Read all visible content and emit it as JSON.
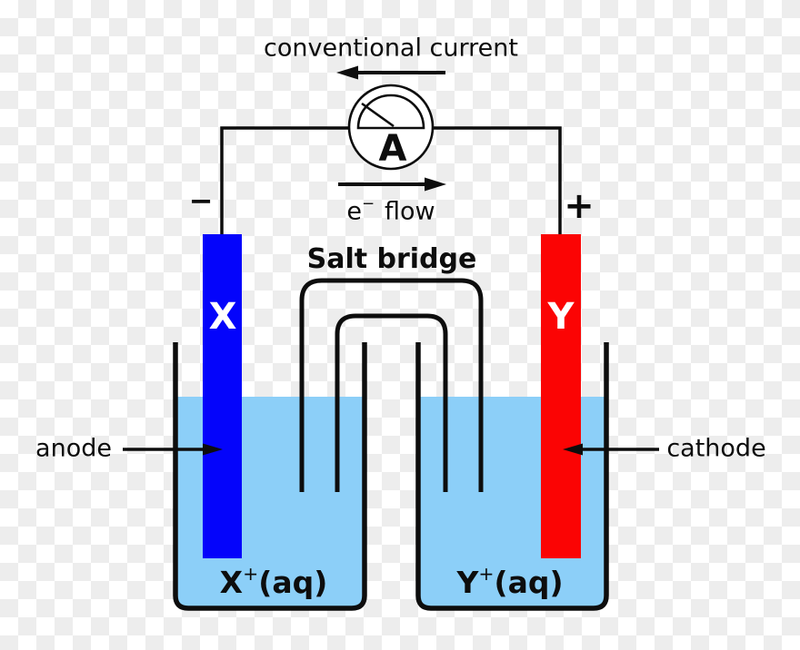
{
  "colors": {
    "line": "#0d0d0d",
    "electrode_x": "#0404fb",
    "electrode_y": "#fb0404",
    "solution": "#8ccff8",
    "electrode_label": "#ffffff",
    "meter_face": "#ffffff"
  },
  "labels": {
    "conventional_current": "conventional current",
    "ammeter": "A",
    "electron_flow": {
      "base": "e",
      "sup": "−",
      "rest": "flow"
    },
    "salt_bridge": "Salt bridge",
    "anode": "anode",
    "cathode": "cathode"
  },
  "electrodes": {
    "left": {
      "symbol": "X",
      "terminal": "−",
      "role": "anode"
    },
    "right": {
      "symbol": "Y",
      "terminal": "+",
      "role": "cathode"
    }
  },
  "beakers": {
    "left": {
      "solution": {
        "base": "X",
        "sup": "+",
        "rest": "(aq)"
      }
    },
    "right": {
      "solution": {
        "base": "Y",
        "sup": "+",
        "rest": "(aq)"
      }
    }
  }
}
